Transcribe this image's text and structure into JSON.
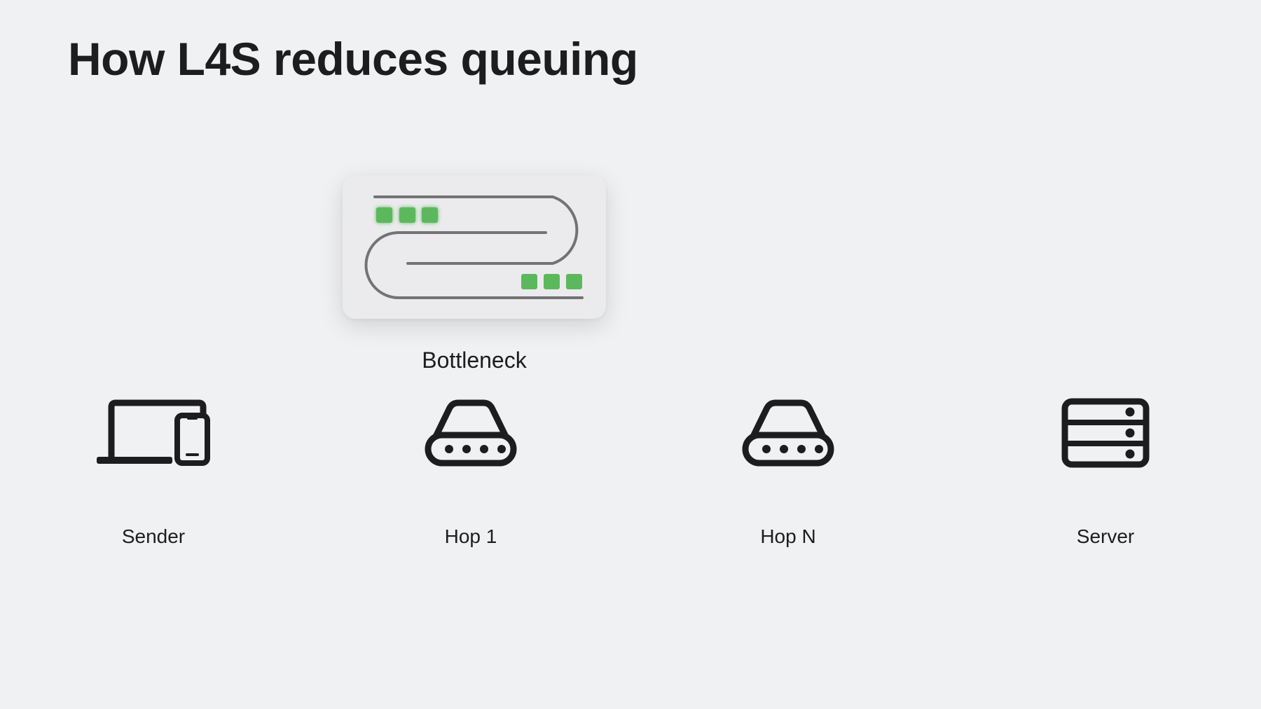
{
  "slide": {
    "title": "How L4S reduces queuing"
  },
  "bottleneck": {
    "label": "Bottleneck",
    "packet_color": "#5cb85c",
    "queue_color": "#737373",
    "packets_entering": 3,
    "packets_exiting": 3
  },
  "nodes": [
    {
      "label": "Sender",
      "icon": "laptop-and-phone-icon"
    },
    {
      "label": "Hop 1",
      "icon": "router-icon"
    },
    {
      "label": "Hop N",
      "icon": "router-icon"
    },
    {
      "label": "Server",
      "icon": "server-rack-icon"
    }
  ],
  "colors": {
    "background": "#f0f1f3",
    "text": "#1d1d1f",
    "icon": "#1d1d1f"
  }
}
